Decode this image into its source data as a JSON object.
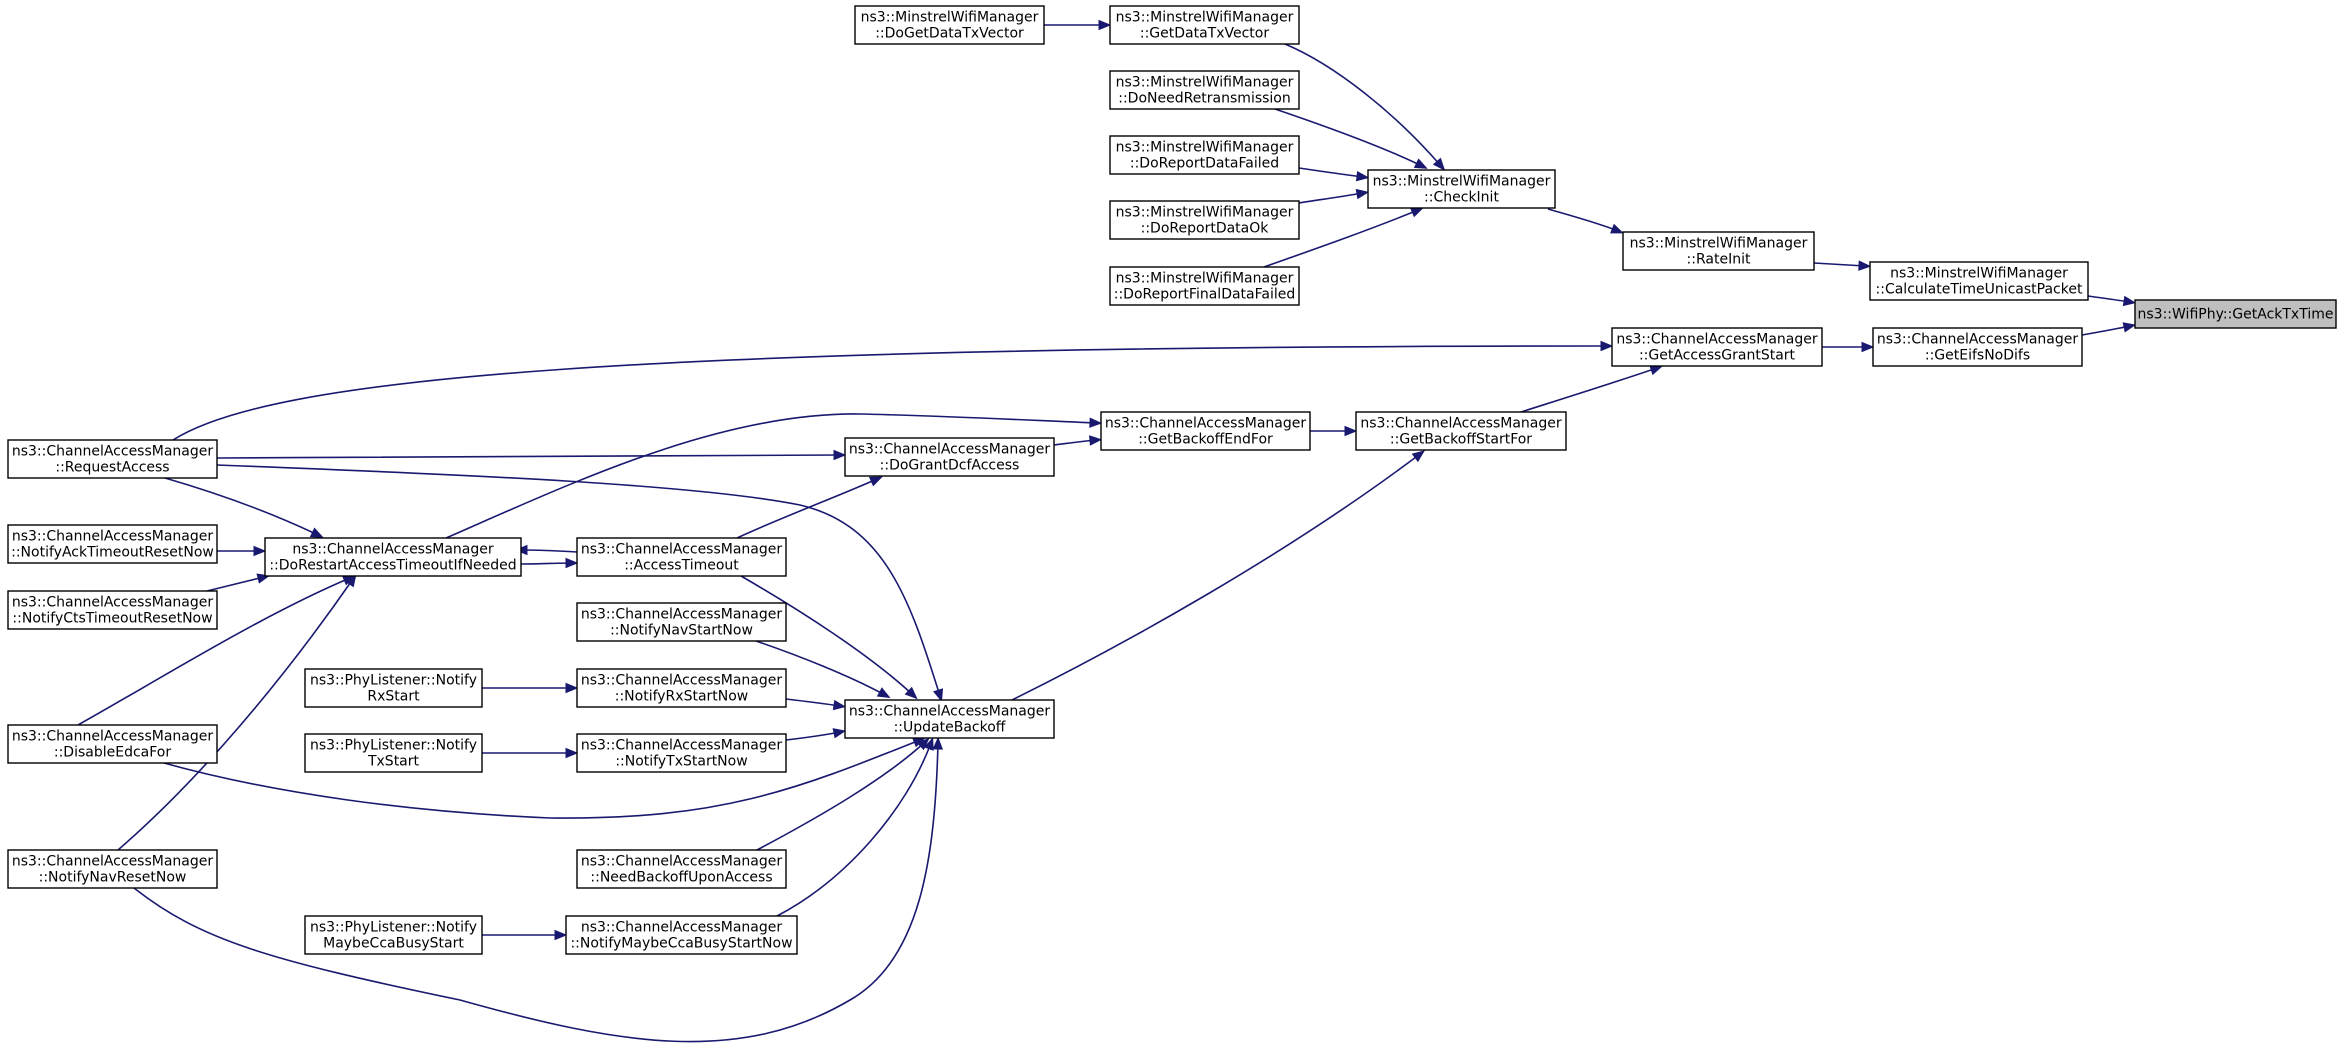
{
  "graph": {
    "type": "call-graph",
    "colors": {
      "edge": "#191970",
      "node_border": "#000000",
      "root_fill": "#bfbfbf",
      "background": "#ffffff"
    },
    "nodes": [
      {
        "id": "getacktxtime",
        "lines": [
          "ns3::WifiPhy::GetAckTxTime"
        ],
        "root": true
      },
      {
        "id": "calculatetimeunicastpacket",
        "lines": [
          "ns3::MinstrelWifiManager",
          "::CalculateTimeUnicastPacket"
        ]
      },
      {
        "id": "geteifsnodifs",
        "lines": [
          "ns3::ChannelAccessManager",
          "::GetEifsNoDifs"
        ]
      },
      {
        "id": "rateinit",
        "lines": [
          "ns3::MinstrelWifiManager",
          "::RateInit"
        ]
      },
      {
        "id": "checkinit",
        "lines": [
          "ns3::MinstrelWifiManager",
          "::CheckInit"
        ]
      },
      {
        "id": "getdatatxvector",
        "lines": [
          "ns3::MinstrelWifiManager",
          "::GetDataTxVector"
        ]
      },
      {
        "id": "dogetdatatxvector",
        "lines": [
          "ns3::MinstrelWifiManager",
          "::DoGetDataTxVector"
        ]
      },
      {
        "id": "doneedretransmission",
        "lines": [
          "ns3::MinstrelWifiManager",
          "::DoNeedRetransmission"
        ]
      },
      {
        "id": "doreportdatafailed",
        "lines": [
          "ns3::MinstrelWifiManager",
          "::DoReportDataFailed"
        ]
      },
      {
        "id": "doreportdataok",
        "lines": [
          "ns3::MinstrelWifiManager",
          "::DoReportDataOk"
        ]
      },
      {
        "id": "doreportfinaldatafailed",
        "lines": [
          "ns3::MinstrelWifiManager",
          "::DoReportFinalDataFailed"
        ]
      },
      {
        "id": "getaccessgrantstart",
        "lines": [
          "ns3::ChannelAccessManager",
          "::GetAccessGrantStart"
        ]
      },
      {
        "id": "getbackoffstartfor",
        "lines": [
          "ns3::ChannelAccessManager",
          "::GetBackoffStartFor"
        ]
      },
      {
        "id": "getbackoffendfor",
        "lines": [
          "ns3::ChannelAccessManager",
          "::GetBackoffEndFor"
        ]
      },
      {
        "id": "dograntdcfaccess",
        "lines": [
          "ns3::ChannelAccessManager",
          "::DoGrantDcfAccess"
        ]
      },
      {
        "id": "requestaccess",
        "lines": [
          "ns3::ChannelAccessManager",
          "::RequestAccess"
        ]
      },
      {
        "id": "dorestartaccesstimeoutifneeded",
        "lines": [
          "ns3::ChannelAccessManager",
          "::DoRestartAccessTimeoutIfNeeded"
        ]
      },
      {
        "id": "accesstimeout",
        "lines": [
          "ns3::ChannelAccessManager",
          "::AccessTimeout"
        ]
      },
      {
        "id": "notifyacktimeoutresetnow",
        "lines": [
          "ns3::ChannelAccessManager",
          "::NotifyAckTimeoutResetNow"
        ]
      },
      {
        "id": "notifyctstimeoutresetnow",
        "lines": [
          "ns3::ChannelAccessManager",
          "::NotifyCtsTimeoutResetNow"
        ]
      },
      {
        "id": "disableedcafor",
        "lines": [
          "ns3::ChannelAccessManager",
          "::DisableEdcaFor"
        ]
      },
      {
        "id": "notifynavresetnow",
        "lines": [
          "ns3::ChannelAccessManager",
          "::NotifyNavResetNow"
        ]
      },
      {
        "id": "updatebackoff",
        "lines": [
          "ns3::ChannelAccessManager",
          "::UpdateBackoff"
        ]
      },
      {
        "id": "notifynavstartnow",
        "lines": [
          "ns3::ChannelAccessManager",
          "::NotifyNavStartNow"
        ]
      },
      {
        "id": "notifyrxstartnow",
        "lines": [
          "ns3::ChannelAccessManager",
          "::NotifyRxStartNow"
        ]
      },
      {
        "id": "notifytxstartnow",
        "lines": [
          "ns3::ChannelAccessManager",
          "::NotifyTxStartNow"
        ]
      },
      {
        "id": "needbackoffuponaccess",
        "lines": [
          "ns3::ChannelAccessManager",
          "::NeedBackoffUponAccess"
        ]
      },
      {
        "id": "notifymaybeccabusystartnow",
        "lines": [
          "ns3::ChannelAccessManager",
          "::NotifyMaybeCcaBusyStartNow"
        ]
      },
      {
        "id": "phylistener-notifyrxstart",
        "lines": [
          "ns3::PhyListener::Notify",
          "RxStart"
        ]
      },
      {
        "id": "phylistener-notifytxstart",
        "lines": [
          "ns3::PhyListener::Notify",
          "TxStart"
        ]
      },
      {
        "id": "phylistener-notifymaybeccabusystart",
        "lines": [
          "ns3::PhyListener::Notify",
          "MaybeCcaBusyStart"
        ]
      }
    ],
    "edges": [
      {
        "from": "calculatetimeunicastpacket",
        "to": "getacktxtime"
      },
      {
        "from": "geteifsnodifs",
        "to": "getacktxtime"
      },
      {
        "from": "rateinit",
        "to": "calculatetimeunicastpacket"
      },
      {
        "from": "checkinit",
        "to": "rateinit"
      },
      {
        "from": "getdatatxvector",
        "to": "checkinit"
      },
      {
        "from": "dogetdatatxvector",
        "to": "getdatatxvector"
      },
      {
        "from": "doneedretransmission",
        "to": "checkinit"
      },
      {
        "from": "doreportdatafailed",
        "to": "checkinit"
      },
      {
        "from": "doreportdataok",
        "to": "checkinit"
      },
      {
        "from": "doreportfinaldatafailed",
        "to": "checkinit"
      },
      {
        "from": "getaccessgrantstart",
        "to": "geteifsnodifs"
      },
      {
        "from": "requestaccess",
        "to": "getaccessgrantstart"
      },
      {
        "from": "getbackoffstartfor",
        "to": "getaccessgrantstart"
      },
      {
        "from": "getbackoffendfor",
        "to": "getbackoffstartfor"
      },
      {
        "from": "updatebackoff",
        "to": "getbackoffstartfor"
      },
      {
        "from": "dograntdcfaccess",
        "to": "getbackoffendfor"
      },
      {
        "from": "dorestartaccesstimeoutifneeded",
        "to": "getbackoffendfor"
      },
      {
        "from": "requestaccess",
        "to": "dograntdcfaccess"
      },
      {
        "from": "accesstimeout",
        "to": "dograntdcfaccess"
      },
      {
        "from": "accesstimeout",
        "to": "dorestartaccesstimeoutifneeded"
      },
      {
        "from": "dorestartaccesstimeoutifneeded",
        "to": "accesstimeout"
      },
      {
        "from": "requestaccess",
        "to": "dorestartaccesstimeoutifneeded"
      },
      {
        "from": "notifyacktimeoutresetnow",
        "to": "dorestartaccesstimeoutifneeded"
      },
      {
        "from": "notifyctstimeoutresetnow",
        "to": "dorestartaccesstimeoutifneeded"
      },
      {
        "from": "disableedcafor",
        "to": "dorestartaccesstimeoutifneeded"
      },
      {
        "from": "notifynavresetnow",
        "to": "dorestartaccesstimeoutifneeded"
      },
      {
        "from": "requestaccess",
        "to": "updatebackoff"
      },
      {
        "from": "accesstimeout",
        "to": "updatebackoff"
      },
      {
        "from": "notifynavstartnow",
        "to": "updatebackoff"
      },
      {
        "from": "notifyrxstartnow",
        "to": "updatebackoff"
      },
      {
        "from": "notifytxstartnow",
        "to": "updatebackoff"
      },
      {
        "from": "disableedcafor",
        "to": "updatebackoff"
      },
      {
        "from": "needbackoffuponaccess",
        "to": "updatebackoff"
      },
      {
        "from": "notifymaybeccabusystartnow",
        "to": "updatebackoff"
      },
      {
        "from": "notifynavresetnow",
        "to": "updatebackoff"
      },
      {
        "from": "phylistener-notifyrxstart",
        "to": "notifyrxstartnow"
      },
      {
        "from": "phylistener-notifytxstart",
        "to": "notifytxstartnow"
      },
      {
        "from": "phylistener-notifymaybeccabusystart",
        "to": "notifymaybeccabusystartnow"
      }
    ]
  }
}
